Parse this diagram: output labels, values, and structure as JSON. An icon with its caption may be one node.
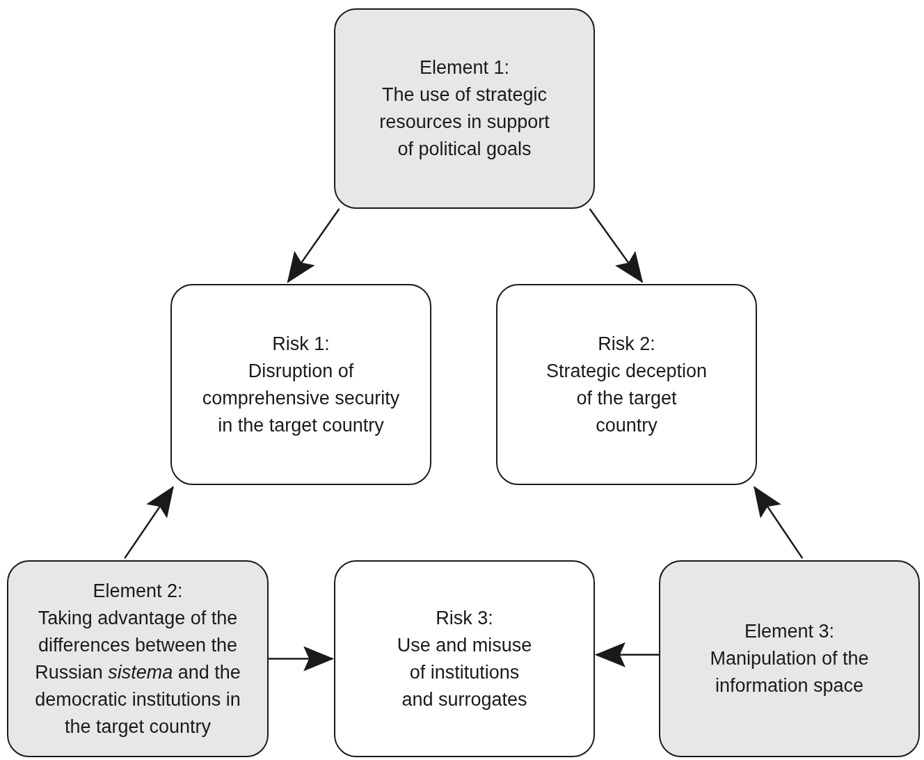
{
  "diagram": {
    "nodes": [
      {
        "text": [
          "Element 1:",
          "The use of strategic resources in support of political goals"
        ]
      },
      {
        "text": [
          "Risk 1:",
          "Disruption of comprehensive security in the target country"
        ]
      },
      {
        "text": [
          "Risk 2:",
          "Strategic deception of the target country"
        ]
      },
      {
        "text": [
          "Element 2:",
          "Taking advantage of the differences between the Russian *sistema* and the democratic institutions in the target country"
        ]
      },
      {
        "text": [
          "Risk 3:",
          "Use and misuse of institutions and surrogates"
        ]
      },
      {
        "text": [
          "Element 3:",
          "Manipulation of the information space"
        ]
      }
    ],
    "edges": [
      {
        "from": 0,
        "to": 1,
        "arrow": "to"
      },
      {
        "from": 0,
        "to": 2,
        "arrow": "to"
      },
      {
        "from": 3,
        "to": 1,
        "arrow": "to"
      },
      {
        "from": 5,
        "to": 2,
        "arrow": "to"
      },
      {
        "from": 3,
        "to": 4,
        "arrow": "to"
      },
      {
        "from": 5,
        "to": 4,
        "arrow": "to"
      }
    ]
  }
}
